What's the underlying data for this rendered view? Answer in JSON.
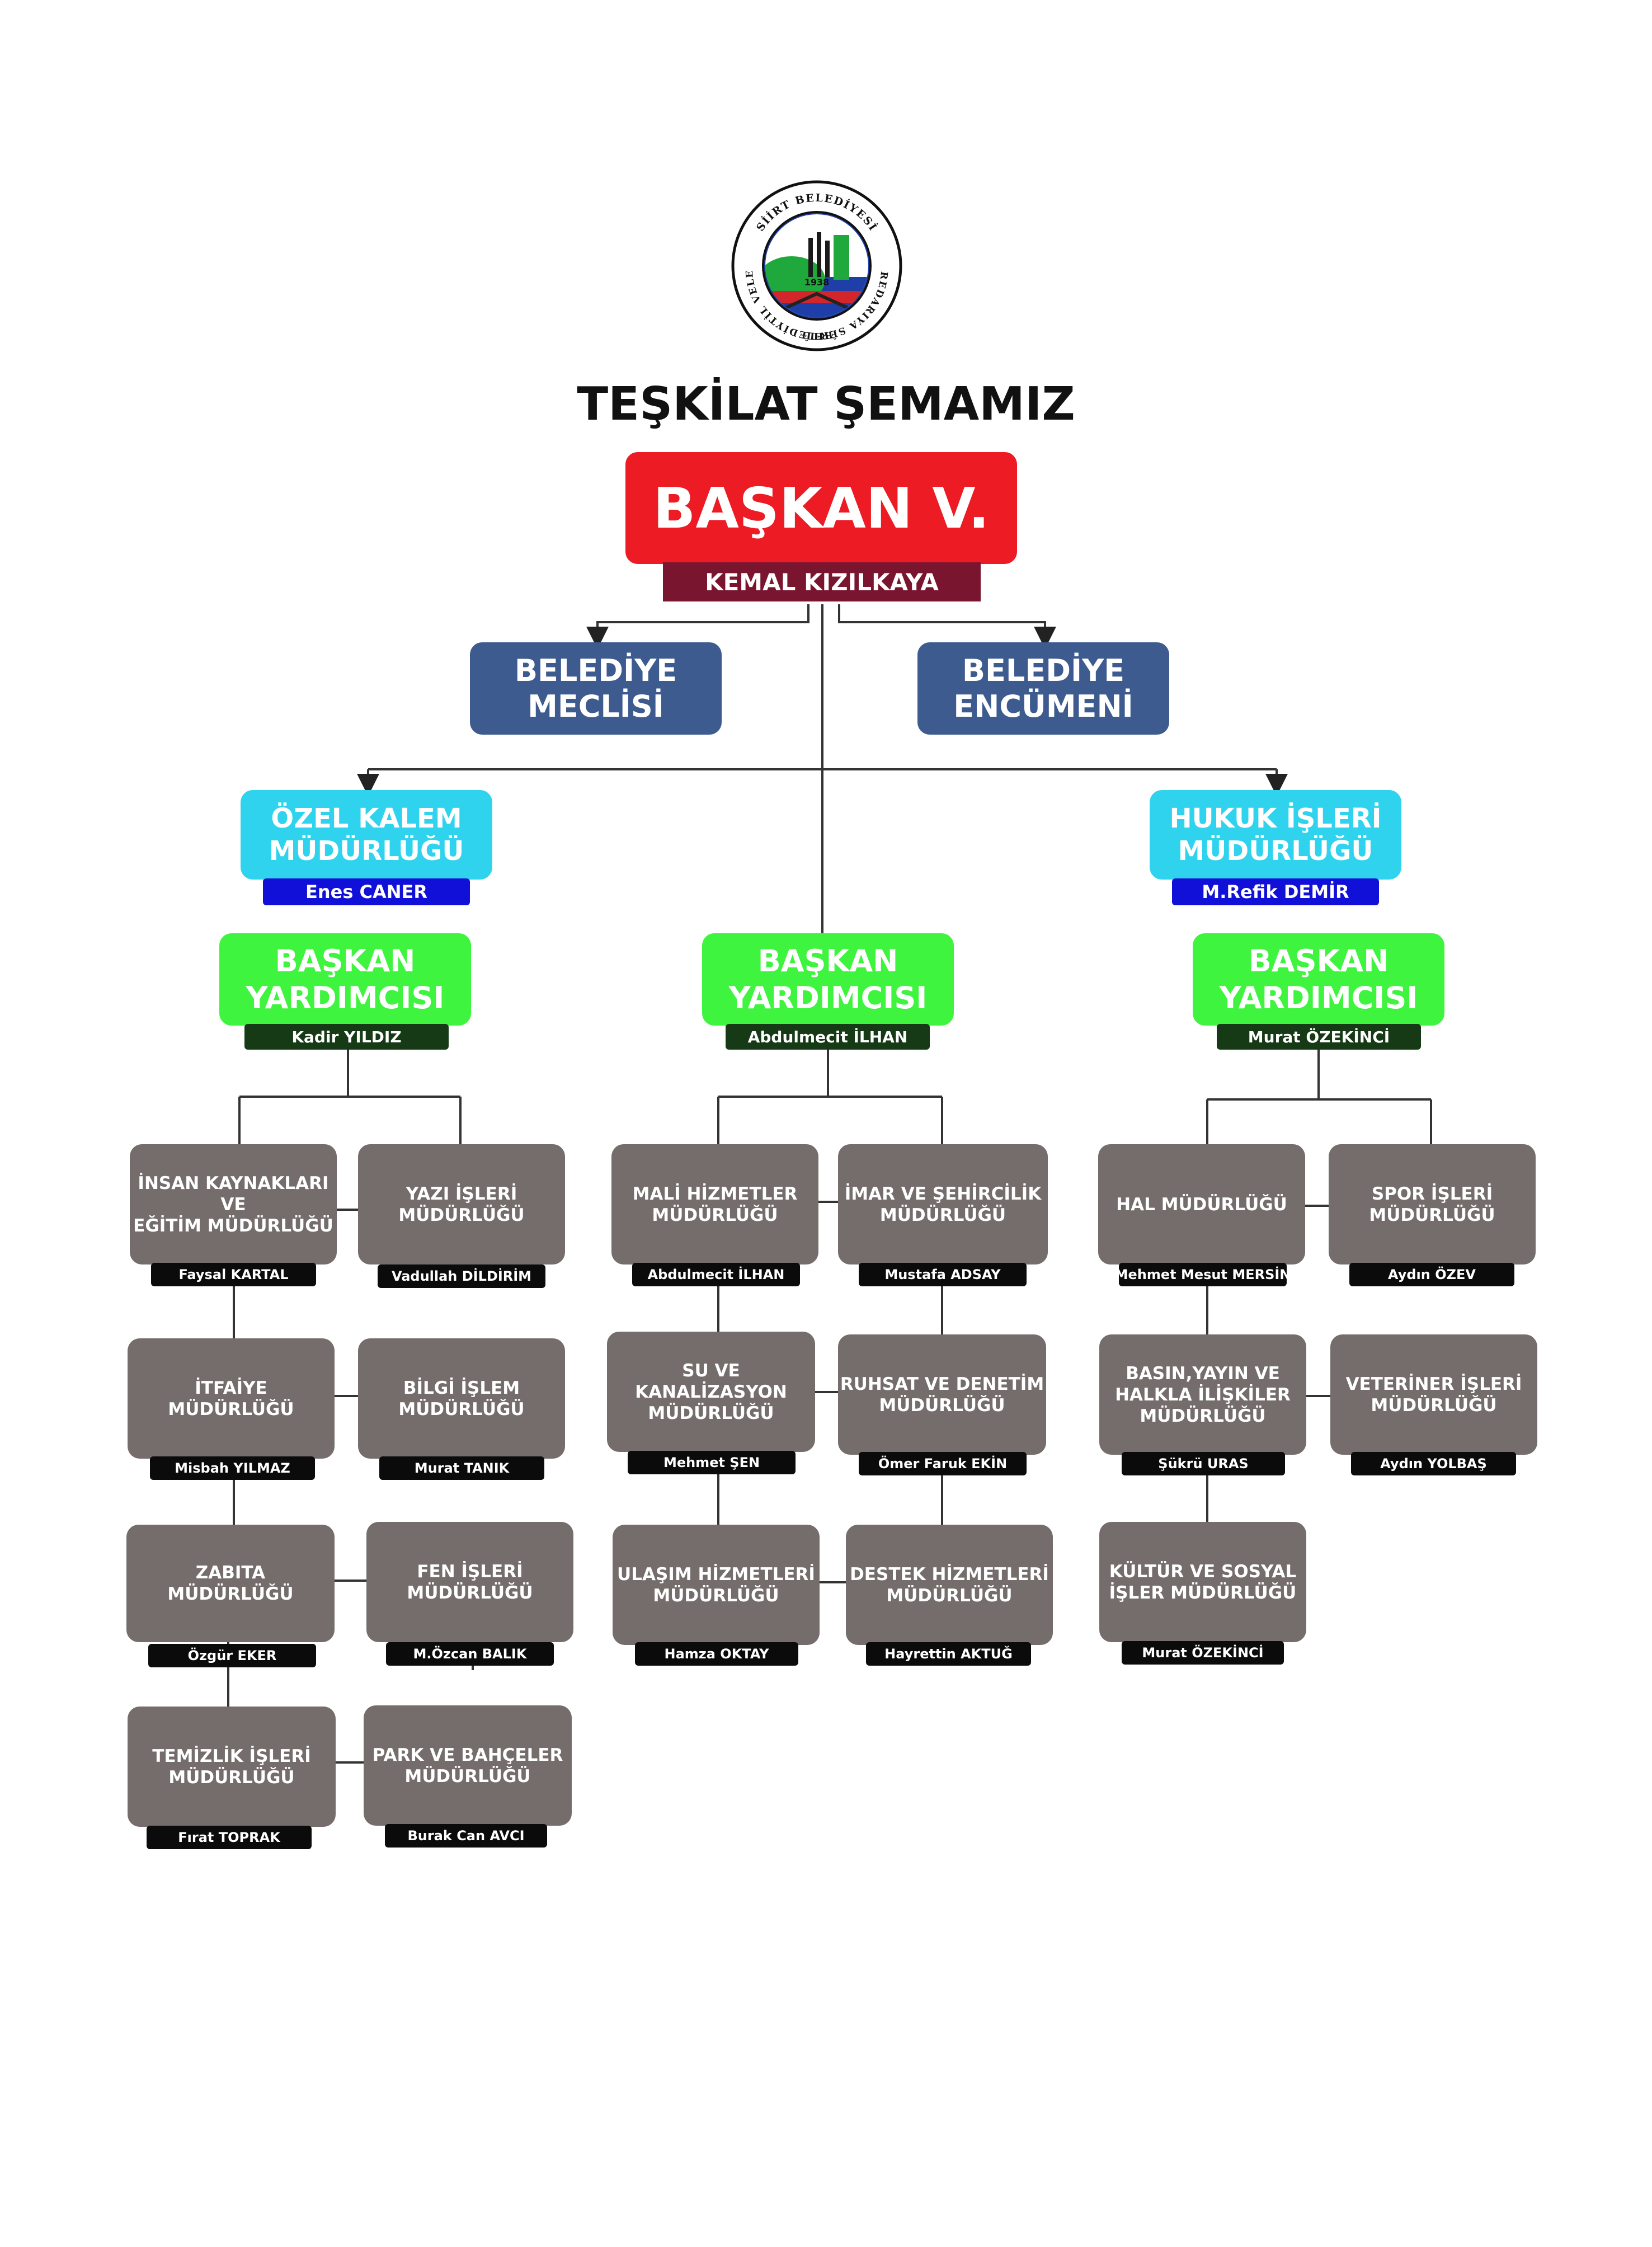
{
  "seal": {
    "top_text": "SİİRT BELEDİYESİ",
    "right_text": "ŞAREDARIYA SÊRTÊ",
    "left_text": "BELEDİYTİL VELEYE",
    "year": "1938"
  },
  "title": "TEŞKİLAT ŞEMAMIZ",
  "colors": {
    "mayor": "#ec1b24",
    "mayor_tag": "#7a1530",
    "council": "#3d5b8f",
    "office": "#2fd3ee",
    "office_tag": "#1010d8",
    "deputy": "#3ff43f",
    "deputy_tag": "#163a15",
    "directorate": "#746d6c",
    "directorate_tag": "#0b0b0b"
  },
  "mayor": {
    "title": "BAŞKAN V.",
    "name": "KEMAL KIZILKAYA"
  },
  "councils": [
    {
      "label": "BELEDİYE\nMECLİSİ"
    },
    {
      "label": "BELEDİYE\nENCÜMENİ"
    }
  ],
  "offices": [
    {
      "label": "ÖZEL KALEM\nMÜDÜRLÜĞÜ",
      "name": "Enes CANER"
    },
    {
      "label": "HUKUK İŞLERİ\nMÜDÜRLÜĞÜ",
      "name": "M.Refik DEMİR"
    }
  ],
  "deputies": [
    {
      "label": "BAŞKAN\nYARDIMCISI",
      "name": "Kadir YILDIZ"
    },
    {
      "label": "BAŞKAN\nYARDIMCISI",
      "name": "Abdulmecit İLHAN"
    },
    {
      "label": "BAŞKAN\nYARDIMCISI",
      "name": "Murat ÖZEKİNCİ"
    }
  ],
  "directorates": [
    {
      "label": "İNSAN KAYNAKLARI\nVE\nEĞİTİM MÜDÜRLÜĞÜ",
      "name": "Faysal KARTAL"
    },
    {
      "label": "YAZI İŞLERİ\nMÜDÜRLÜĞÜ",
      "name": "Vadullah DİLDİRİM"
    },
    {
      "label": "İTFAİYE\nMÜDÜRLÜĞÜ",
      "name": "Misbah YILMAZ"
    },
    {
      "label": "BİLGİ İŞLEM\nMÜDÜRLÜĞÜ",
      "name": "Murat TANIK"
    },
    {
      "label": "ZABITA\nMÜDÜRLÜĞÜ",
      "name": "Özgür EKER"
    },
    {
      "label": "FEN İŞLERİ\nMÜDÜRLÜĞÜ",
      "name": "M.Özcan BALIK"
    },
    {
      "label": "TEMİZLİK İŞLERİ\nMÜDÜRLÜĞÜ",
      "name": "Fırat TOPRAK"
    },
    {
      "label": "PARK VE BAHÇELER\nMÜDÜRLÜĞÜ",
      "name": "Burak Can AVCI"
    },
    {
      "label": "MALİ HİZMETLER\nMÜDÜRLÜĞÜ",
      "name": "Abdulmecit İLHAN"
    },
    {
      "label": "İMAR VE ŞEHİRCİLİK\nMÜDÜRLÜĞÜ",
      "name": "Mustafa ADSAY"
    },
    {
      "label": "SU VE KANALİZASYON\nMÜDÜRLÜĞÜ",
      "name": "Mehmet ŞEN"
    },
    {
      "label": "RUHSAT VE DENETİM\nMÜDÜRLÜĞÜ",
      "name": "Ömer Faruk EKİN"
    },
    {
      "label": "ULAŞIM HİZMETLERİ\nMÜDÜRLÜĞÜ",
      "name": "Hamza OKTAY"
    },
    {
      "label": "DESTEK HİZMETLERİ\nMÜDÜRLÜĞÜ",
      "name": "Hayrettin AKTUĞ"
    },
    {
      "label": "HAL MÜDÜRLÜĞÜ",
      "name": "Mehmet Mesut MERSİN"
    },
    {
      "label": "SPOR İŞLERİ\nMÜDÜRLÜĞÜ",
      "name": "Aydın ÖZEV"
    },
    {
      "label": "BASIN,YAYIN VE\nHALKLA İLİŞKİLER\nMÜDÜRLÜĞÜ",
      "name": "Şükrü URAS"
    },
    {
      "label": "VETERİNER İŞLERİ\nMÜDÜRLÜĞÜ",
      "name": "Aydın YOLBAŞ"
    },
    {
      "label": "KÜLTÜR VE SOSYAL\nİŞLER MÜDÜRLÜĞÜ",
      "name": "Murat ÖZEKİNCİ"
    }
  ]
}
